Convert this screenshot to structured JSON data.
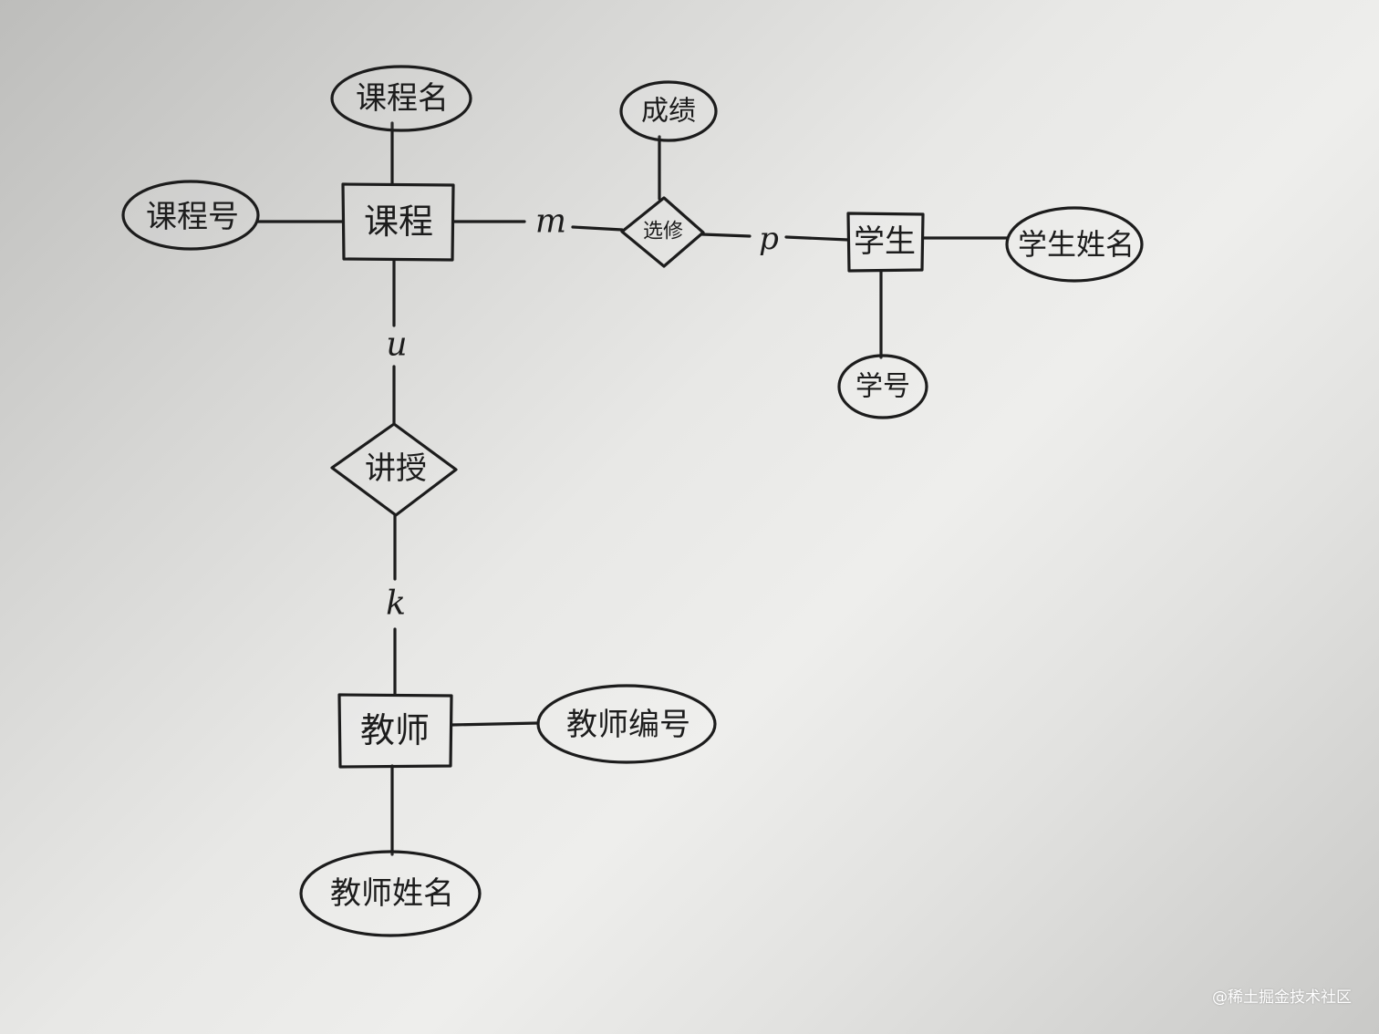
{
  "entities": {
    "course": "课程",
    "student": "学生",
    "teacher": "教师"
  },
  "relationships": {
    "select": "选修",
    "teach": "讲授"
  },
  "attributes": {
    "course_name": "课程名",
    "course_no": "课程号",
    "grade": "成绩",
    "student_name": "学生姓名",
    "student_no": "学号",
    "teacher_no": "教师编号",
    "teacher_name": "教师姓名"
  },
  "cardinalities": {
    "course_select": "m",
    "select_student": "p",
    "course_teach": "u",
    "teach_teacher": "k"
  },
  "watermark": "@稀土掘金技术社区"
}
